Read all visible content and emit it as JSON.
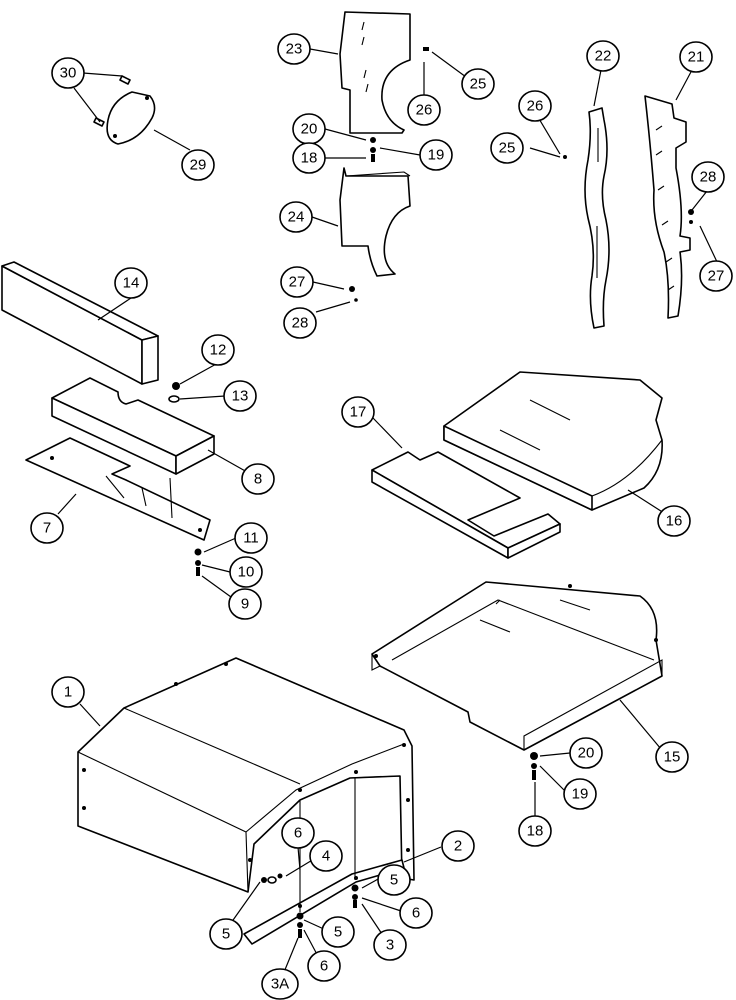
{
  "callouts": {
    "c1": "1",
    "c2": "2",
    "c3": "3",
    "c3a": "3A",
    "c4": "4",
    "c5a": "5",
    "c5b": "5",
    "c5c": "5",
    "c6a": "6",
    "c6b": "6",
    "c6c": "6",
    "c7": "7",
    "c8": "8",
    "c9": "9",
    "c10": "10",
    "c11": "11",
    "c12": "12",
    "c13": "13",
    "c14": "14",
    "c15": "15",
    "c16": "16",
    "c17": "17",
    "c18a": "18",
    "c18b": "18",
    "c19a": "19",
    "c19b": "19",
    "c20a": "20",
    "c20b": "20",
    "c21": "21",
    "c22": "22",
    "c23": "23",
    "c24": "24",
    "c25a": "25",
    "c25b": "25",
    "c26a": "26",
    "c26b": "26",
    "c27a": "27",
    "c27b": "27",
    "c28a": "28",
    "c28b": "28",
    "c29": "29",
    "c30": "30"
  }
}
